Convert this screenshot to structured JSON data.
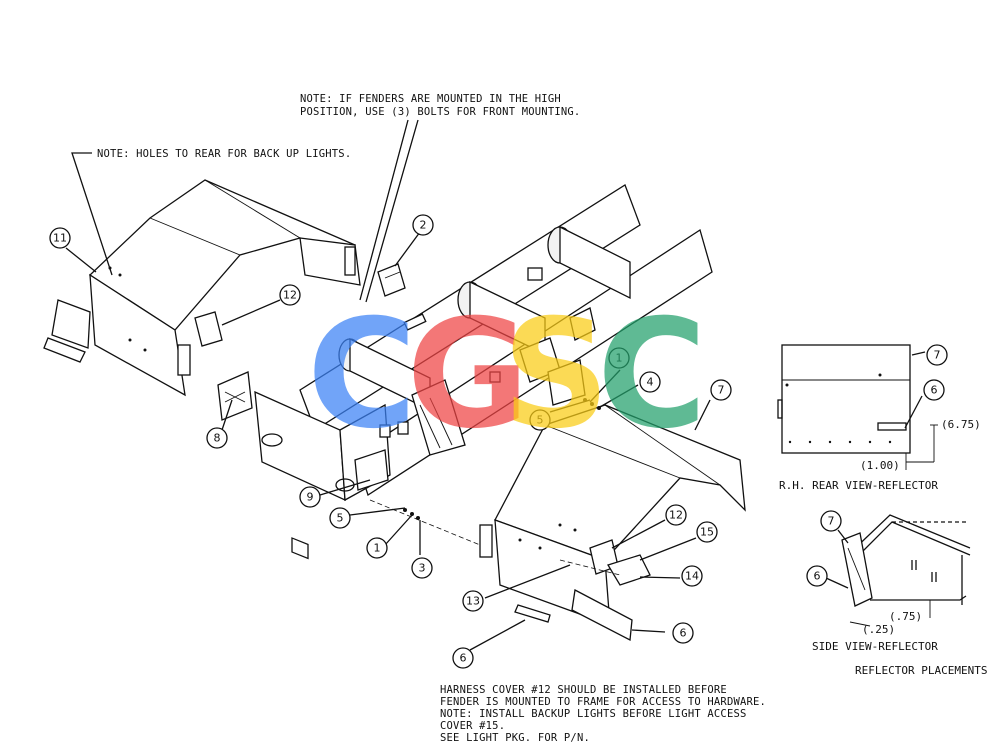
{
  "notes": {
    "holes_rear": "NOTE: HOLES TO REAR FOR BACK UP LIGHTS.",
    "fenders_high_1": "NOTE: IF FENDERS ARE MOUNTED IN THE HIGH",
    "fenders_high_2": "POSITION, USE (3) BOLTS FOR FRONT MOUNTING.",
    "harness_1": "HARNESS COVER #12 SHOULD BE INSTALLED BEFORE",
    "harness_2": "FENDER IS MOUNTED TO FRAME FOR ACCESS TO HARDWARE.",
    "harness_3": "NOTE: INSTALL BACKUP LIGHTS BEFORE LIGHT ACCESS",
    "harness_4": "COVER #15.",
    "harness_5": "SEE LIGHT PKG. FOR P/N."
  },
  "callouts": {
    "c11": "11",
    "c2": "2",
    "c12a": "12",
    "c8": "8",
    "c9": "9",
    "c5a": "5",
    "c1a": "1",
    "c3": "3",
    "c1b": "1",
    "c4": "4",
    "c5b": "5",
    "c7a": "7",
    "c12b": "12",
    "c15": "15",
    "c14": "14",
    "c13": "13",
    "c6a": "6",
    "c6b": "6",
    "c7b": "7",
    "c6c": "6",
    "c7c": "7",
    "c6d": "6"
  },
  "detail": {
    "rear_view_title": "R.H. REAR VIEW-REFLECTOR",
    "dim_675": "(6.75)",
    "dim_100": "(1.00)",
    "side_view_title": "SIDE VIEW-REFLECTOR",
    "dim_075": "(.75)",
    "dim_025": "(.25)",
    "placements_title": "REFLECTOR PLACEMENTS"
  },
  "watermark": {
    "letters": [
      "C",
      "G",
      "S",
      "C"
    ],
    "colors": [
      "#3b82f6",
      "#ef4444",
      "#facc15",
      "#22a06b"
    ]
  }
}
